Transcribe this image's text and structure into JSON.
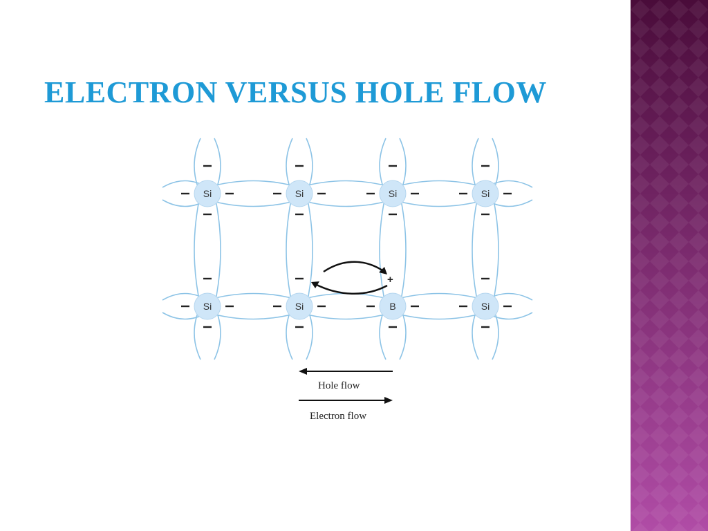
{
  "slide": {
    "title": "ELECTRON VERSUS HOLE FLOW",
    "title_color": "#1e9ad6",
    "sidebar_colors": [
      "#4a0c3a",
      "#b04ca6"
    ]
  },
  "diagram": {
    "atom_fill": "#cfe6f8",
    "bond_color": "#8cc3e6",
    "atoms": [
      {
        "label": "Si",
        "row": 0,
        "col": 0
      },
      {
        "label": "Si",
        "row": 0,
        "col": 1
      },
      {
        "label": "Si",
        "row": 0,
        "col": 2
      },
      {
        "label": "Si",
        "row": 0,
        "col": 3
      },
      {
        "label": "Si",
        "row": 1,
        "col": 0
      },
      {
        "label": "Si",
        "row": 1,
        "col": 1
      },
      {
        "label": "B",
        "row": 1,
        "col": 2
      },
      {
        "label": "Si",
        "row": 1,
        "col": 3
      }
    ],
    "hole_symbol": "+",
    "legend": {
      "hole_flow": "Hole flow",
      "electron_flow": "Electron flow"
    }
  }
}
